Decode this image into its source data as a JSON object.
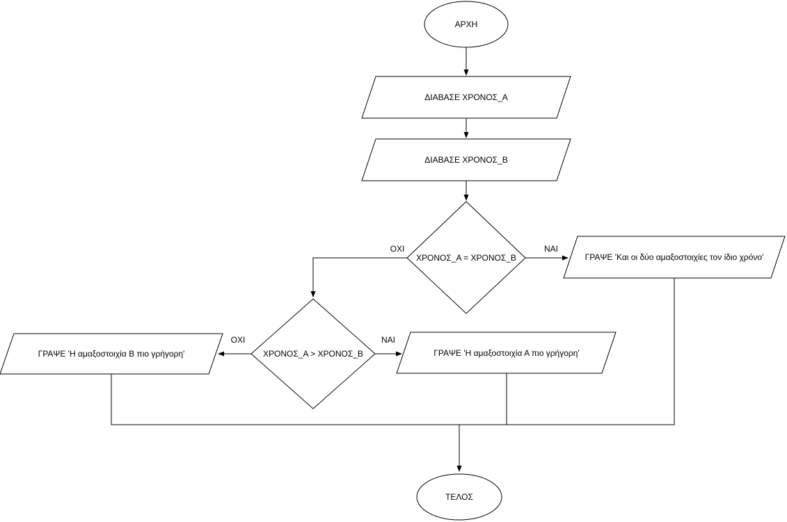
{
  "diagram": {
    "type": "flowchart",
    "background_color": "#ffffff",
    "line_color": "#000000",
    "text_color": "#000000",
    "nodes": {
      "start": {
        "shape": "ellipse",
        "label": "ΑΡΧΗ"
      },
      "read_a": {
        "shape": "parallelogram",
        "label": "ΔΙΑΒΑΣΕ ΧΡΟΝΟΣ_Α"
      },
      "read_b": {
        "shape": "parallelogram",
        "label": "ΔΙΑΒΑΣΕ ΧΡΟΝΟΣ_Β"
      },
      "decision_equal": {
        "shape": "diamond",
        "label": "ΧΡΟΝΟΣ_Α = ΧΡΟΝΟΣ_Β"
      },
      "write_equal": {
        "shape": "parallelogram",
        "label": "ΓΡΑΨΕ 'Και οι δύο αμαξοστοιχίες τον ίδιο χρόνο'"
      },
      "decision_greater": {
        "shape": "diamond",
        "label": "ΧΡΟΝΟΣ_Α > ΧΡΟΝΟΣ_Β"
      },
      "write_b_faster": {
        "shape": "parallelogram",
        "label": "ΓΡΑΨΕ 'Η αμαξοστοιχία Β πιο γρήγορη'"
      },
      "write_a_faster": {
        "shape": "parallelogram",
        "label": "ΓΡΑΨΕ 'Η αμαξοστοιχία Α πιο γρήγορη'"
      },
      "end": {
        "shape": "ellipse",
        "label": "ΤΕΛΟΣ"
      }
    },
    "edges": {
      "decision1_no_label": "ΟΧΙ",
      "decision1_yes_label": "ΝΑΙ",
      "decision2_no_label": "ΟΧΙ",
      "decision2_yes_label": "ΝΑΙ"
    }
  }
}
